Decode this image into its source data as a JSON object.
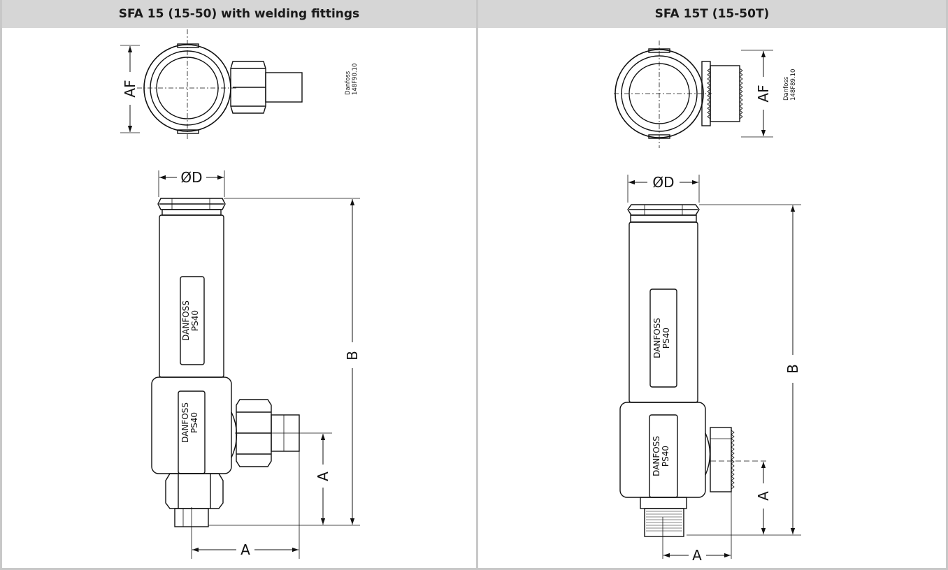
{
  "panels": [
    {
      "title": "SFA 15 (15-50) with welding fittings",
      "drawing_code_line1": "Danfoss",
      "drawing_code_line2": "148F90.10",
      "label_top_line1": "DANFOSS",
      "label_top_line2": "PS40",
      "label_bottom_line1": "DANFOSS",
      "label_bottom_line2": "PS40",
      "dim_af": "AF",
      "dim_d": "ØD",
      "dim_b": "B",
      "dim_a_vertical": "A",
      "dim_a_horizontal": "A"
    },
    {
      "title": "SFA 15T (15-50T)",
      "drawing_code_line1": "Danfoss",
      "drawing_code_line2": "148F89.10",
      "label_top_line1": "DANFOSS",
      "label_top_line2": "PS40",
      "label_bottom_line1": "DANFOSS",
      "label_bottom_line2": "PS40",
      "dim_af": "AF",
      "dim_d": "ØD",
      "dim_b": "B",
      "dim_a_vertical": "A",
      "dim_a_horizontal": "A"
    }
  ]
}
